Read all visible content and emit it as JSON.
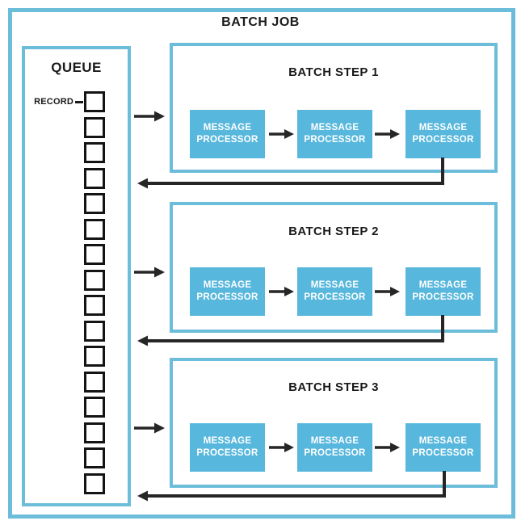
{
  "title": "BATCH JOB",
  "queue": {
    "label": "QUEUE",
    "record_label": "RECORD",
    "record_count": 16
  },
  "steps": [
    {
      "label": "BATCH STEP 1",
      "processors": [
        "MESSAGE PROCESSOR",
        "MESSAGE PROCESSOR",
        "MESSAGE PROCESSOR"
      ]
    },
    {
      "label": "BATCH STEP 2",
      "processors": [
        "MESSAGE PROCESSOR",
        "MESSAGE PROCESSOR",
        "MESSAGE PROCESSOR"
      ]
    },
    {
      "label": "BATCH STEP 3",
      "processors": [
        "MESSAGE PROCESSOR",
        "MESSAGE PROCESSOR",
        "MESSAGE PROCESSOR"
      ]
    }
  ],
  "colors": {
    "accent_border": "#6CBDD9",
    "processor_fill": "#57B7DC",
    "processor_text": "#FFFFFF",
    "line": "#262626",
    "text": "#1A1A1A",
    "background": "#FFFFFF"
  }
}
